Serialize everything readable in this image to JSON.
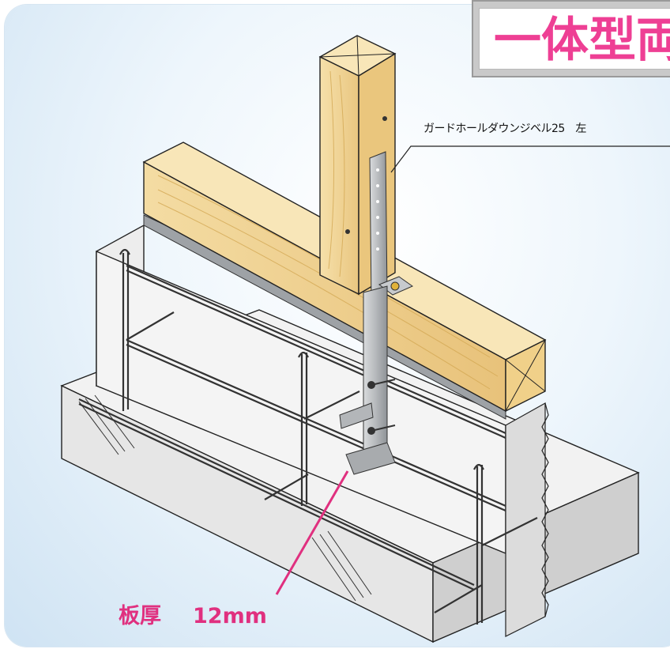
{
  "title": {
    "text": "一体型両"
  },
  "callout": {
    "text": "ガードホールダウンジベル25　左"
  },
  "thickness": {
    "label": "板厚",
    "value": "12mm"
  },
  "colors": {
    "accent_pink": "#ee3f94",
    "wood": "#f2d79a",
    "concrete": "#e9e9e9",
    "metal": "#b9bcc0"
  }
}
